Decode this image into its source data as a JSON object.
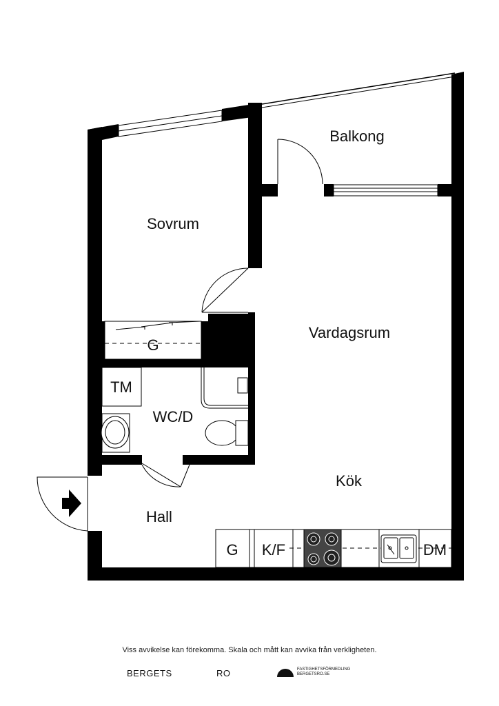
{
  "rooms": {
    "balkong": "Balkong",
    "sovrum": "Sovrum",
    "vardagsrum": "Vardagsrum",
    "kok": "Kök",
    "hall": "Hall",
    "wcd": "WC/D"
  },
  "fixtures": {
    "wardrobe": "G",
    "tm": "TM",
    "kitchen_g": "G",
    "kf": "K/F",
    "dm": "DM"
  },
  "footer": {
    "disclaimer": "Viss avvikelse kan förekomma. Skala och mått kan avvika från verkligheten.",
    "brand_left": "BERGETS",
    "brand_right": "RO",
    "agency_line1": "FASTIGHETSFÖRMEDLING",
    "agency_line2": "BERGETSRO.SE"
  }
}
